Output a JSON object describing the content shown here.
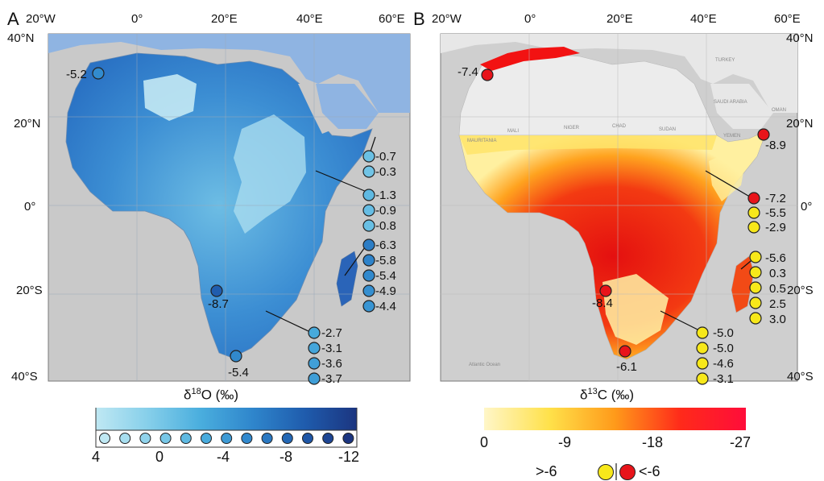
{
  "panels": {
    "a": {
      "letter": "A",
      "lon_labels": [
        "20°W",
        "0°",
        "20°E",
        "40°E",
        "60°E"
      ],
      "lat_labels": [
        "40°N",
        "20°N",
        "0°",
        "20°S",
        "40°S"
      ],
      "colorbar_title": "δ18O (‰)",
      "colorbar_title_main": "δ",
      "colorbar_title_sup": "18",
      "colorbar_title_rest": "O (‰)",
      "colorbar_ticks": [
        "4",
        "0",
        "-4",
        "-8",
        "-12"
      ],
      "colorbar_colors": [
        "#bfe8f3",
        "#86cfea",
        "#4aaede",
        "#2f86cc",
        "#1f5cad",
        "#1b3580"
      ],
      "sites": [
        {
          "label": "-5.2",
          "value": -5.2
        },
        {
          "label": "-8.7",
          "value": -8.7
        },
        {
          "label": "-5.4",
          "value": -5.4
        }
      ],
      "groups": [
        {
          "id": "ethiopia-north",
          "values": [
            {
              "label": "-0.7",
              "value": -0.7
            },
            {
              "label": "-0.3",
              "value": -0.3
            }
          ]
        },
        {
          "id": "ethiopia-kenya",
          "values": [
            {
              "label": "-1.3",
              "value": -1.3
            },
            {
              "label": "-0.9",
              "value": -0.9
            },
            {
              "label": "-0.8",
              "value": -0.8
            }
          ]
        },
        {
          "id": "madagascar",
          "values": [
            {
              "label": "-6.3",
              "value": -6.3
            },
            {
              "label": "-5.8",
              "value": -5.8
            },
            {
              "label": "-5.4",
              "value": -5.4
            },
            {
              "label": "-4.9",
              "value": -4.9
            },
            {
              "label": "-4.4",
              "value": -4.4
            }
          ]
        },
        {
          "id": "south-africa",
          "values": [
            {
              "label": "-2.7",
              "value": -2.7
            },
            {
              "label": "-3.1",
              "value": -3.1
            },
            {
              "label": "-3.6",
              "value": -3.6
            },
            {
              "label": "-3.7",
              "value": -3.7
            }
          ]
        }
      ]
    },
    "b": {
      "letter": "B",
      "lon_labels": [
        "20°W",
        "0°",
        "20°E",
        "40°E",
        "60°E"
      ],
      "lat_labels": [
        "40°N",
        "20°N",
        "0°",
        "20°S",
        "40°S"
      ],
      "colorbar_title": "δ13C (‰)",
      "colorbar_title_main": "δ",
      "colorbar_title_sup": "13",
      "colorbar_title_rest": "C (‰)",
      "colorbar_ticks": [
        "0",
        "-9",
        "-18",
        "-27"
      ],
      "colorbar_colors": [
        "#fff6c8",
        "#ffe14a",
        "#ff9a1a",
        "#ff2a1a",
        "#ff0d3a"
      ],
      "legend_greater": ">-6",
      "legend_less": "<-6",
      "legend_greater_color": "#f7e81a",
      "legend_less_color": "#e8141a",
      "map_labels": [
        "MAURITANIA",
        "MALI",
        "NIGER",
        "CHAD",
        "SUDAN",
        "YEMEN",
        "OMAN",
        "SAUDI ARABIA",
        "TURKEY",
        "Atlantic Ocean"
      ],
      "sites": [
        {
          "label": "-7.4",
          "value": -7.4
        },
        {
          "label": "-8.9",
          "value": -8.9
        },
        {
          "label": "-8.4",
          "value": -8.4
        },
        {
          "label": "-6.1",
          "value": -6.1
        }
      ],
      "groups": [
        {
          "id": "east-africa",
          "values": [
            {
              "label": "-7.2",
              "value": -7.2
            },
            {
              "label": "-5.5",
              "value": -5.5
            },
            {
              "label": "-2.9",
              "value": -2.9
            }
          ]
        },
        {
          "id": "madagascar",
          "values": [
            {
              "label": "-5.6",
              "value": -5.6
            },
            {
              "label": "0.3",
              "value": 0.3
            },
            {
              "label": "0.5",
              "value": 0.5
            },
            {
              "label": "2.5",
              "value": 2.5
            },
            {
              "label": "3.0",
              "value": 3.0
            }
          ]
        },
        {
          "id": "south-africa",
          "values": [
            {
              "label": "-5.0",
              "value": -5.0
            },
            {
              "label": "-5.0",
              "value": -5.0
            },
            {
              "label": "-4.6",
              "value": -4.6
            },
            {
              "label": "-3.1",
              "value": -3.1
            }
          ]
        }
      ]
    }
  }
}
